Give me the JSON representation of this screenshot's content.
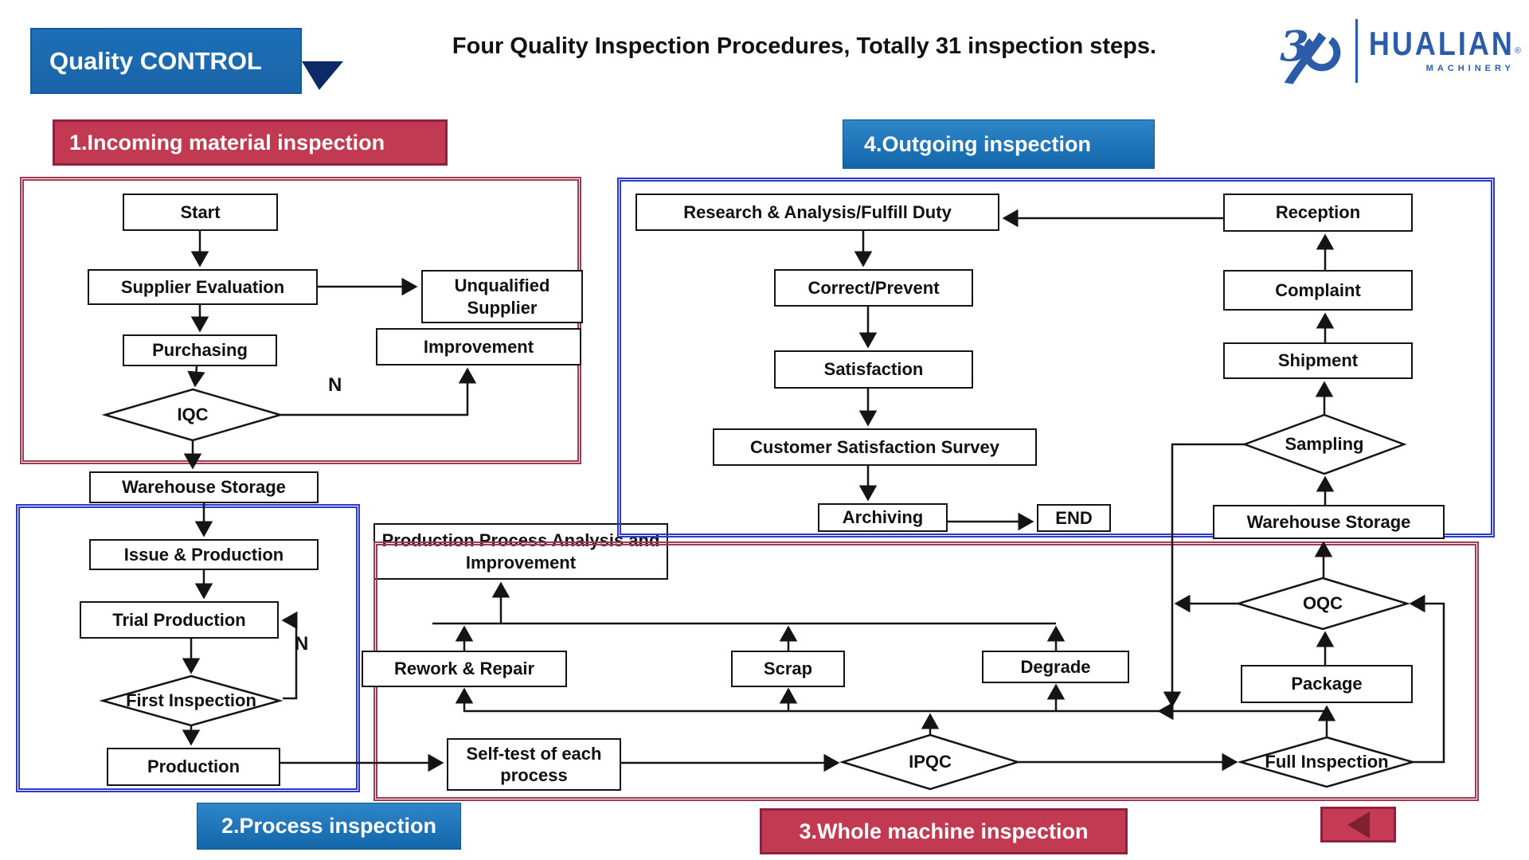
{
  "header": {
    "banner": "Quality CONTROL",
    "title": "Four Quality Inspection Procedures, Totally 31 inspection steps.",
    "logo": {
      "anniversary": "3",
      "brand": "HUALIAN",
      "sub": "MACHINERY",
      "reg": "®"
    }
  },
  "section_labels": {
    "s1": "1.Incoming material inspection",
    "s2": "2.Process inspection",
    "s3": "3.Whole machine inspection",
    "s4": "4.Outgoing inspection"
  },
  "nodes": {
    "start": "Start",
    "supplier_evaluation": "Supplier Evaluation",
    "unqualified_supplier": "Unqualified Supplier",
    "improvement": "Improvement",
    "purchasing": "Purchasing",
    "warehouse_storage_1": "Warehouse Storage",
    "issue_production": "Issue & Production",
    "trial_production": "Trial Production",
    "production": "Production",
    "research_analysis": "Research & Analysis/Fulfill Duty",
    "correct_prevent": "Correct/Prevent",
    "satisfaction": "Satisfaction",
    "customer_satisfaction_survey": "Customer Satisfaction Survey",
    "archiving": "Archiving",
    "end": "END",
    "reception": "Reception",
    "complaint": "Complaint",
    "shipment": "Shipment",
    "warehouse_storage_2": "Warehouse Storage",
    "ppa": "Production Process Analysis and Improvement",
    "rework_repair": "Rework & Repair",
    "scrap": "Scrap",
    "degrade": "Degrade",
    "self_test": "Self-test of each process",
    "package": "Package"
  },
  "decisions": {
    "iqc": "IQC",
    "first_inspection": "First Inspection",
    "sampling": "Sampling",
    "oqc": "OQC",
    "ipqc": "IPQC",
    "full_inspection": "Full Inspection"
  },
  "branch_labels": {
    "iqc_n": "N",
    "first_inspection_n": "N"
  },
  "colors": {
    "banner_blue": "#1d6fb6",
    "flag_navy": "#0d2a66",
    "label_red": "#c23a52",
    "label_red_border": "#8e2040",
    "label_blue": "#1366aa",
    "frame_red": "#a03a50",
    "frame_blue": "#2b38d0",
    "logo_blue": "#2a5ca8",
    "line_black": "#141414"
  }
}
